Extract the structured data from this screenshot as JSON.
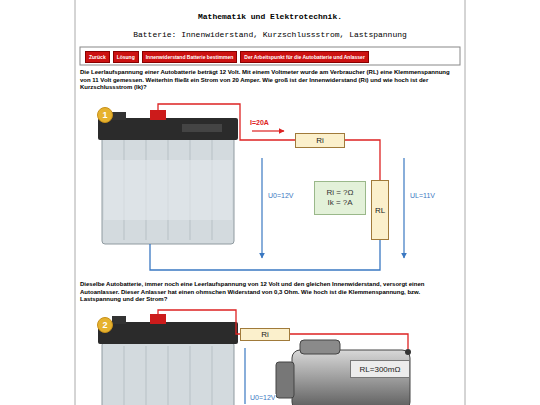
{
  "diagram": {
    "title": "Mathematik und Elektrotechnik.",
    "nodes": [
      {
        "text": [
          "Zurück"
        ]
      },
      {
        "text": [
          "Lösung"
        ]
      },
      {
        "text": [
          "Innenwiderstand Batterie bestimmen"
        ]
      },
      {
        "text": [
          "Der Arbeitspunkt für die Autobatterie und Anlasser"
        ]
      },
      {
        "text": [
          "1"
        ]
      },
      {
        "text": [
          "Ri"
        ]
      },
      {
        "text": [
          "Ri = ?Ω",
          "Ik = ?A"
        ]
      },
      {
        "text": [
          "RL"
        ]
      },
      {
        "text": [
          "2"
        ]
      },
      {
        "text": [
          "Ri"
        ]
      },
      {
        "text": [
          "RL=300mΩ"
        ]
      }
    ],
    "edges": [
      {
        "from": 5,
        "to": 7,
        "arrow": "none"
      }
    ],
    "labels": [
      "Batterie: Innenwiderstand, Kurzschlussstrom, Lastspannung",
      "Die Leerlaufspannung einer Autobatterie beträgt 12 Volt. Mit einem Voltmeter wurde am Verbraucher (RL) eine Klemmenspannung von 11 Volt gemessen. Weiterhin fließt ein Strom von 20 Amper. Wie groß ist der Innenwiderstand (Ri) und wie hoch ist der Kurzschlussstrom (Ik)?",
      "I=20A",
      "U0=12V",
      "UL=11V",
      "Dieselbe Autobatterie, immer noch eine Leerlaufspannung von 12 Volt und den gleichen Innenwiderstand, versorgt einen Autoanlasser. Dieser Anlasser hat einen ohmschen Widerstand von 0,3 Ohm. Wie hoch ist die Klemmenspannung, bzw. Lastspannung und der Strom?",
      "U0=12V"
    ]
  }
}
